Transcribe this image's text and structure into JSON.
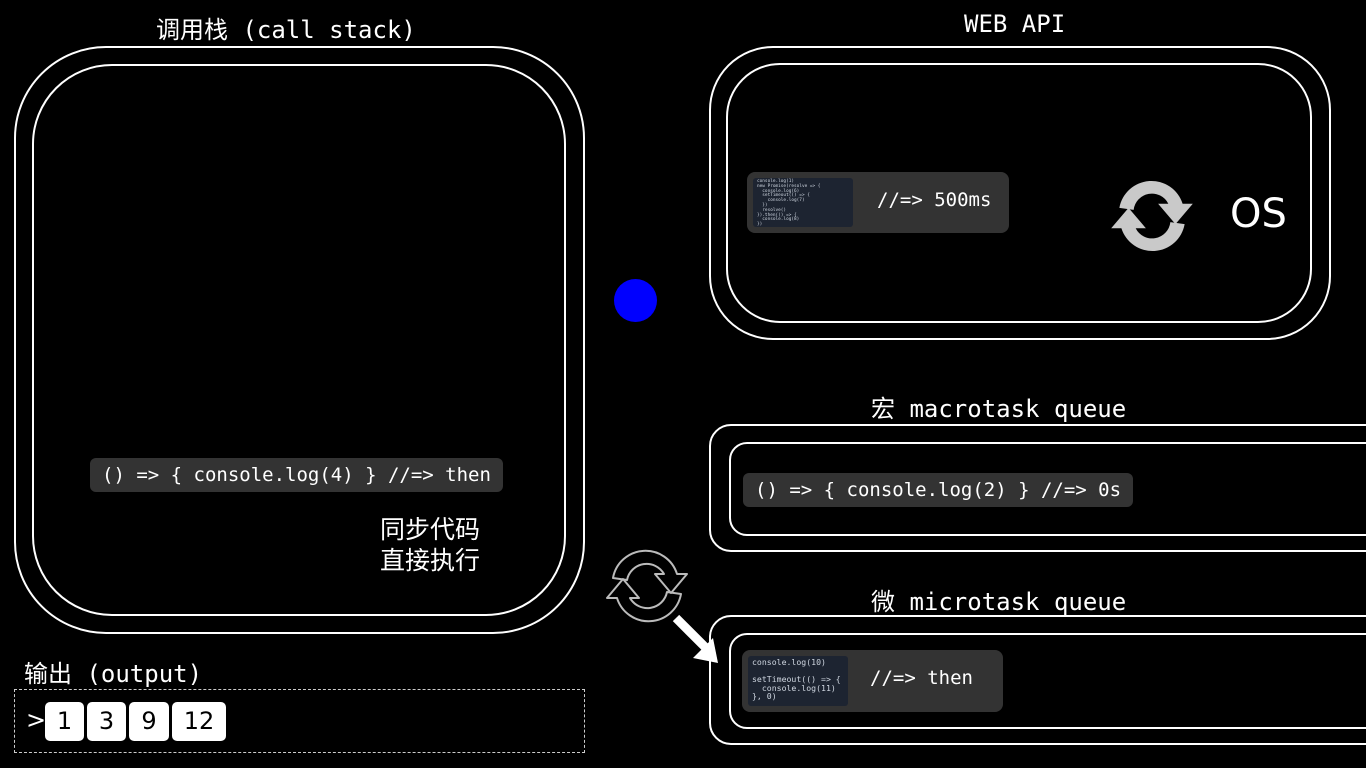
{
  "call_stack": {
    "title": "调用栈 (call stack)",
    "code": "() => { console.log(4) } //=> then",
    "note_line1": "同步代码",
    "note_line2": "直接执行"
  },
  "web_api": {
    "title": "WEB API",
    "thumbnail_code": "console.log(1)\nnew Promise(resolve => {\n  console.log(6)\n  setTimeout(() => {\n    console.log(7)\n  })\n  resolve()\n}).then(() => {\n  console.log(8)\n})",
    "timer": "//=> 500ms",
    "os_label": "OS"
  },
  "macrotask": {
    "title": "宏 macrotask queue",
    "code": "() => { console.log(2) } //=> 0s"
  },
  "microtask": {
    "title": "微 microtask queue",
    "thumbnail_code": "console.log(10)\n\nsetTimeout(() => {\n  console.log(11)\n}, 0)",
    "label": "//=> then"
  },
  "output": {
    "title": "输出 (output)",
    "prompt": ">",
    "values": [
      "1",
      "3",
      "9",
      "12"
    ]
  },
  "colors": {
    "background": "#000000",
    "event_loop_dot": "#0000ff",
    "card": "#333333",
    "refresh_icon": "#cccccc"
  },
  "icons": [
    "refresh-icon",
    "event-loop-icon",
    "arrow-icon"
  ]
}
